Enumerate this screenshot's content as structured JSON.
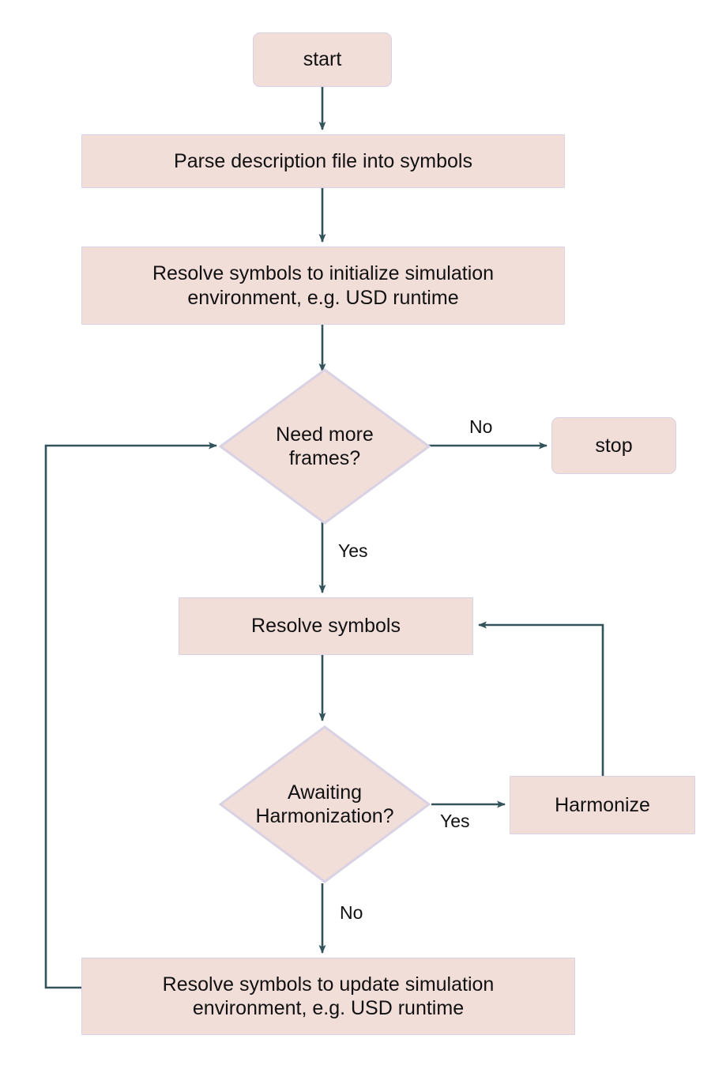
{
  "diagram": {
    "type": "flowchart",
    "title": "Simulation symbol resolution flowchart",
    "colors": {
      "node_fill": "#f2ded9",
      "node_border": "#d8d2e4",
      "edge_stroke": "#32535a",
      "text": "#111111",
      "background": "#ffffff"
    },
    "nodes": [
      {
        "id": "start",
        "shape": "terminal",
        "label": "start"
      },
      {
        "id": "parse",
        "shape": "process",
        "label": "Parse description file into symbols"
      },
      {
        "id": "init",
        "shape": "process",
        "label": "Resolve symbols to initialize simulation\nenvironment, e.g. USD runtime"
      },
      {
        "id": "need_frames",
        "shape": "decision",
        "label": "Need more\nframes?"
      },
      {
        "id": "stop",
        "shape": "terminal",
        "label": "stop"
      },
      {
        "id": "resolve",
        "shape": "process",
        "label": "Resolve symbols"
      },
      {
        "id": "awaiting",
        "shape": "decision",
        "label": "Awaiting\nHarmonization?"
      },
      {
        "id": "harmonize",
        "shape": "process",
        "label": "Harmonize"
      },
      {
        "id": "update",
        "shape": "process",
        "label": "Resolve symbols to update simulation\nenvironment, e.g. USD runtime"
      }
    ],
    "edges": [
      {
        "from": "start",
        "to": "parse",
        "label": ""
      },
      {
        "from": "parse",
        "to": "init",
        "label": ""
      },
      {
        "from": "init",
        "to": "need_frames",
        "label": ""
      },
      {
        "from": "need_frames",
        "to": "stop",
        "label": "No"
      },
      {
        "from": "need_frames",
        "to": "resolve",
        "label": "Yes"
      },
      {
        "from": "resolve",
        "to": "awaiting",
        "label": ""
      },
      {
        "from": "awaiting",
        "to": "harmonize",
        "label": "Yes"
      },
      {
        "from": "harmonize",
        "to": "resolve",
        "label": ""
      },
      {
        "from": "awaiting",
        "to": "update",
        "label": "No"
      },
      {
        "from": "update",
        "to": "need_frames",
        "label": ""
      }
    ],
    "edge_labels": {
      "need_frames_no": "No",
      "need_frames_yes": "Yes",
      "awaiting_yes": "Yes",
      "awaiting_no": "No"
    }
  }
}
